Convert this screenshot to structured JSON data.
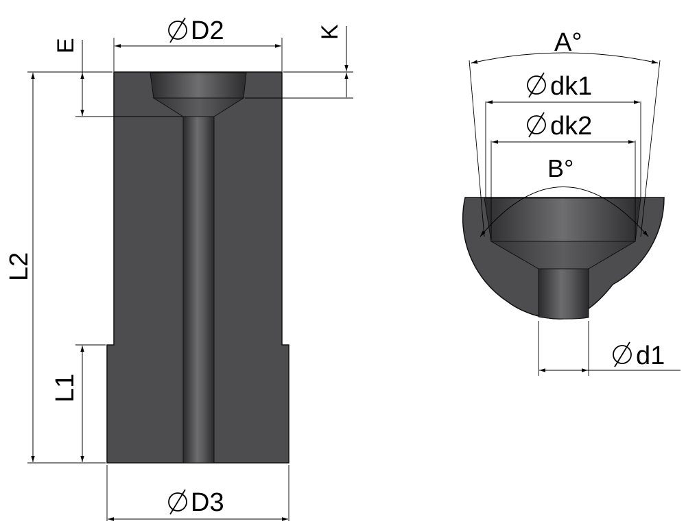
{
  "diagram": {
    "colors": {
      "body": "#4d4d4f",
      "bore_dark": "#2e2e30",
      "bore_light": "#6a6a6c",
      "dimension": "#000000",
      "background": "#ffffff"
    },
    "labels": {
      "d2": "D2",
      "d3": "D3",
      "l1": "L1",
      "l2": "L2",
      "e": "E",
      "k": "K",
      "a": "A°",
      "b": "B°",
      "dk1": "dk1",
      "dk2": "dk2",
      "d1": "d1"
    },
    "symbols": {
      "diameter": "diameter-icon"
    }
  }
}
